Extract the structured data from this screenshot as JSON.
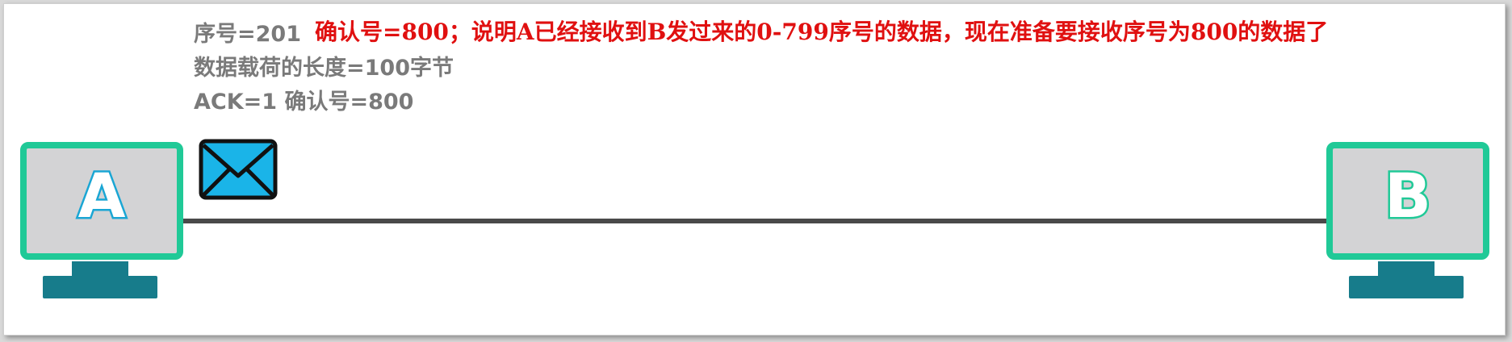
{
  "segment": {
    "seq_line": "序号=201",
    "payload_line": "数据载荷的长度=100字节",
    "ack_line": "ACK=1   确认号=800"
  },
  "annotation": "确认号=800；说明A已经接收到B发过来的0-799序号的数据，现在准备要接收序号为800的数据了",
  "hosts": {
    "a": "A",
    "b": "B"
  },
  "colors": {
    "monitor_border": "#20c997",
    "monitor_stand": "#177c8b",
    "host_a_text": "#1aa6d4",
    "envelope": "#1ab4e8",
    "annotation": "#e01010",
    "info_text": "#7a7a7a"
  },
  "icons": {
    "message": "envelope-icon"
  }
}
